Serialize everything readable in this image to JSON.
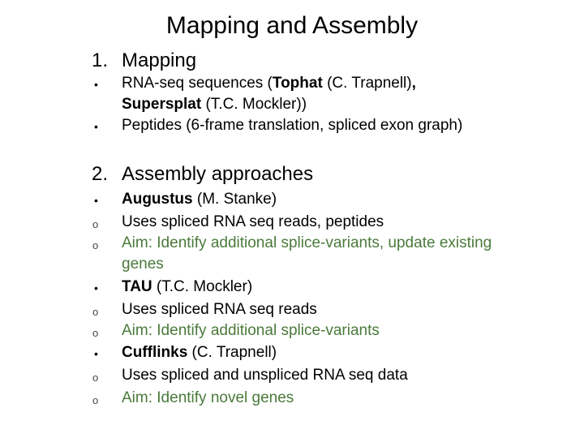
{
  "slide": {
    "title": "Mapping and Assembly",
    "colors": {
      "text": "#000000",
      "aim_green": "#4a7a3a",
      "background": "#ffffff"
    },
    "sections": [
      {
        "number": "1.",
        "heading": "Mapping",
        "items": [
          {
            "marker": "•",
            "line1_a": "RNA-seq sequences (",
            "line1_bold": "Tophat",
            "line1_b": " (C. Trapnell)",
            "line1_bold2": ",",
            "line2_bold": "Supersplat",
            "line2_b": " (T.C. Mockler))"
          },
          {
            "marker": "•",
            "text": "Peptides (6-frame translation, spliced exon graph)"
          }
        ]
      },
      {
        "number": "2.",
        "heading": "Assembly approaches",
        "tools": [
          {
            "marker": "•",
            "name": "Augustus",
            "author": " (M. Stanke)",
            "details": [
              {
                "marker": "o",
                "text": "Uses spliced RNA seq reads, peptides",
                "green": false
              },
              {
                "marker": "o",
                "text": "Aim: Identify additional splice-variants, update existing",
                "text2": "genes",
                "green": true
              }
            ]
          },
          {
            "marker": "•",
            "name": "TAU",
            "author": " (T.C. Mockler)",
            "details": [
              {
                "marker": "o",
                "text": "Uses spliced RNA seq reads",
                "green": false
              },
              {
                "marker": "o",
                "text": "Aim: Identify additional splice-variants",
                "green": true
              }
            ]
          },
          {
            "marker": "•",
            "name": "Cufflinks",
            "author": " (C. Trapnell)",
            "details": [
              {
                "marker": "o",
                "text": "Uses spliced and unspliced RNA seq data",
                "green": false
              },
              {
                "marker": "o",
                "text": "Aim: Identify novel genes",
                "green": true
              }
            ]
          }
        ]
      }
    ]
  }
}
